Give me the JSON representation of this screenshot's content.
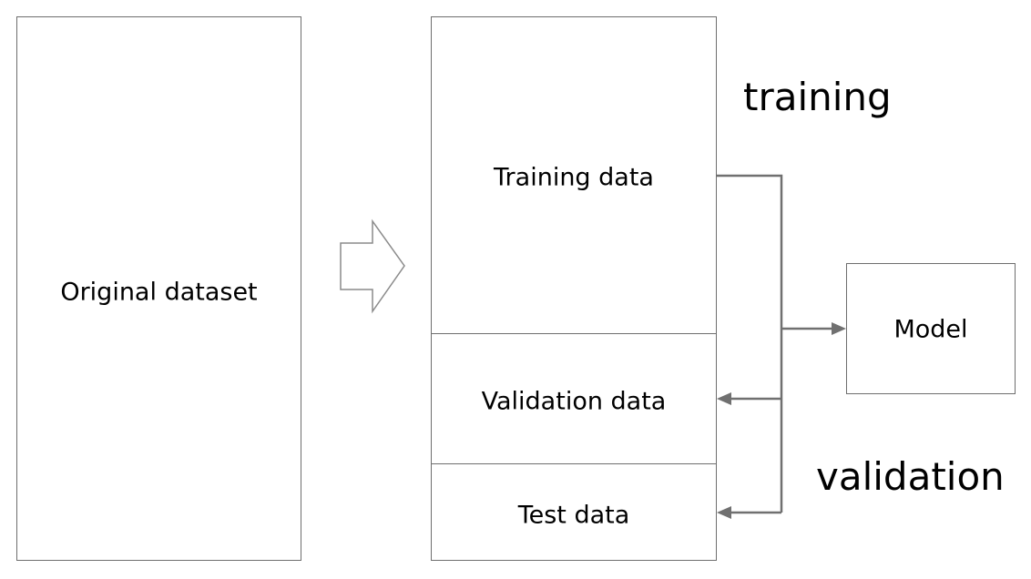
{
  "original": {
    "label": "Original dataset"
  },
  "split": {
    "training_label": "Training data",
    "validation_label": "Validation data",
    "test_label": "Test data"
  },
  "model": {
    "label": "Model"
  },
  "annotations": {
    "training": "training",
    "validation": "validation"
  },
  "colors": {
    "border": "#6e6e6e",
    "arrow": "#707070",
    "text": "#000000"
  }
}
